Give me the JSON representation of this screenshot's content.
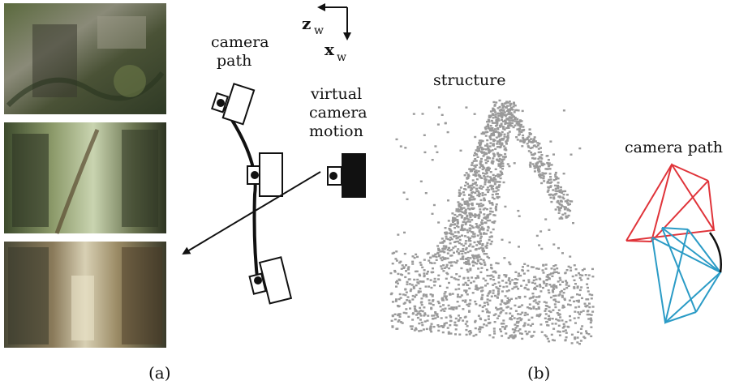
{
  "photos": [
    {
      "name": "ruins-photo-top"
    },
    {
      "name": "ruins-photo-middle"
    },
    {
      "name": "ruins-photo-bottom"
    }
  ],
  "labels": {
    "camera_path_left_line1": "camera",
    "camera_path_left_line2": "path",
    "axis_z": "z",
    "axis_z_sub": "w",
    "axis_x": "x",
    "axis_x_sub": "w",
    "virtual_line1": "virtual",
    "virtual_line2": "camera",
    "virtual_line3": "motion",
    "structure": "structure",
    "camera_path_right": "camera path",
    "caption_a": "(a)",
    "caption_b": "(b)"
  },
  "colors": {
    "red_frustum": "#e0343a",
    "blue_frustum": "#2a9bc6",
    "points": "#9a9a9a",
    "ink": "#111111"
  }
}
